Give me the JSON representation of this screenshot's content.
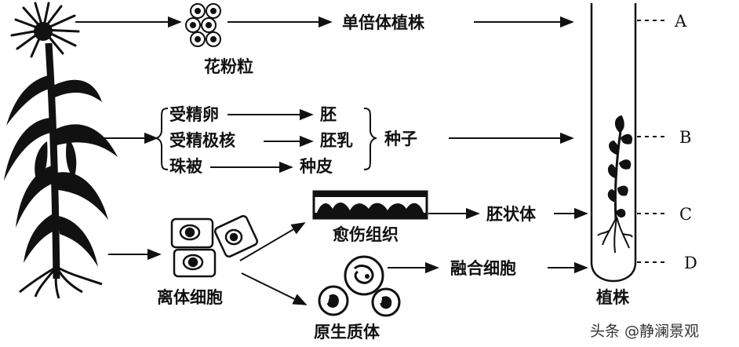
{
  "labels": {
    "haploid_plant": "单倍体植株",
    "pollen": "花粉粒",
    "fertilized_egg": "受精卵",
    "fertilized_polar": "受精极核",
    "integument": "珠被",
    "embryo": "胚",
    "endosperm": "胚乳",
    "seed_coat": "种皮",
    "seed": "种子",
    "callus": "愈伤组织",
    "embryoid": "胚状体",
    "fused_cell": "融合细胞",
    "isolated_cells": "离体细胞",
    "protoplast": "原生质体",
    "plantlet": "植株"
  },
  "letters": {
    "a": "A",
    "b": "B",
    "c": "C",
    "d": "D"
  },
  "watermark": "头条 @静澜景观"
}
